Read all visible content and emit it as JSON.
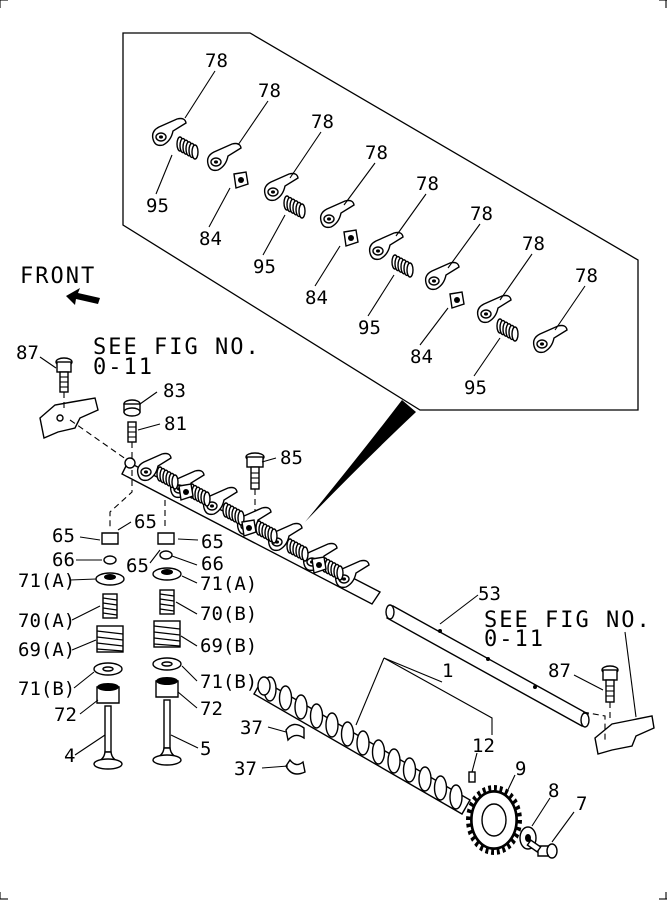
{
  "notes": {
    "front": "FRONT",
    "see_fig_left_line1": "SEE FIG NO.",
    "see_fig_left_line2": "0-11",
    "see_fig_right_line1": "SEE FIG NO.",
    "see_fig_right_line2": "0-11"
  },
  "inset_callouts": [
    "78",
    "78",
    "78",
    "78",
    "78",
    "78",
    "78",
    "78",
    "95",
    "84",
    "95",
    "84",
    "95",
    "84",
    "95"
  ],
  "callouts": {
    "c87_left": "87",
    "c83": "83",
    "c81": "81",
    "c85": "85",
    "c65_a": "65",
    "c65_b": "65",
    "c65_c": "65",
    "c65_d": "65",
    "c66_a": "66",
    "c66_b": "66",
    "c71a_l": "71(A)",
    "c71a_r": "71(A)",
    "c70a": "70(A)",
    "c70b": "70(B)",
    "c69a": "69(A)",
    "c69b": "69(B)",
    "c71b_l": "71(B)",
    "c71b_r": "71(B)",
    "c72_l": "72",
    "c72_r": "72",
    "c4": "4",
    "c5": "5",
    "c53": "53",
    "c1": "1",
    "c37_a": "37",
    "c37_b": "37",
    "c12": "12",
    "c9": "9",
    "c8": "8",
    "c7": "7",
    "c87_right": "87"
  }
}
